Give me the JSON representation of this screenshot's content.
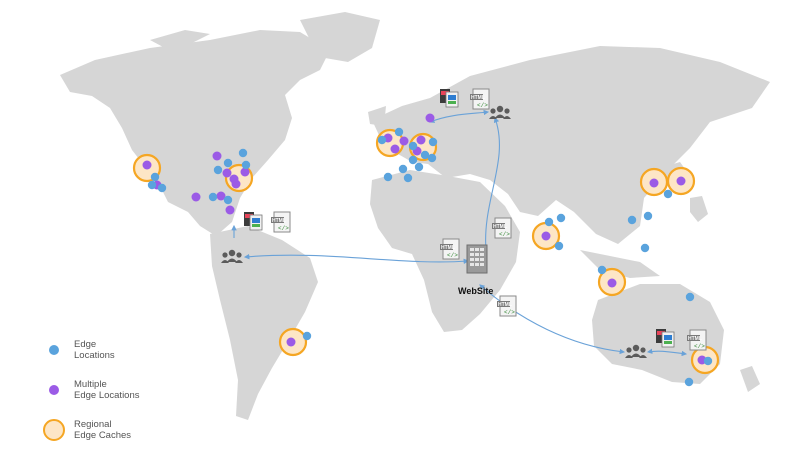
{
  "legend": {
    "edge": "Edge\nLocations",
    "multiple": "Multiple\nEdge Locations",
    "regional": "Regional\nEdge Caches"
  },
  "website_label": "WebSite",
  "html_badge": "HTML",
  "colors": {
    "land": "#d6d6d6",
    "edge": "#5aa3dd",
    "multiple": "#9b5be6",
    "regional_ring": "#f5a623",
    "regional_fill": "#fde6c6",
    "arrow": "#6aa2d8",
    "users": "#5b5b5b"
  },
  "icons": [
    "users-icon",
    "server-building-icon",
    "html-document-icon",
    "media-files-icon"
  ]
}
